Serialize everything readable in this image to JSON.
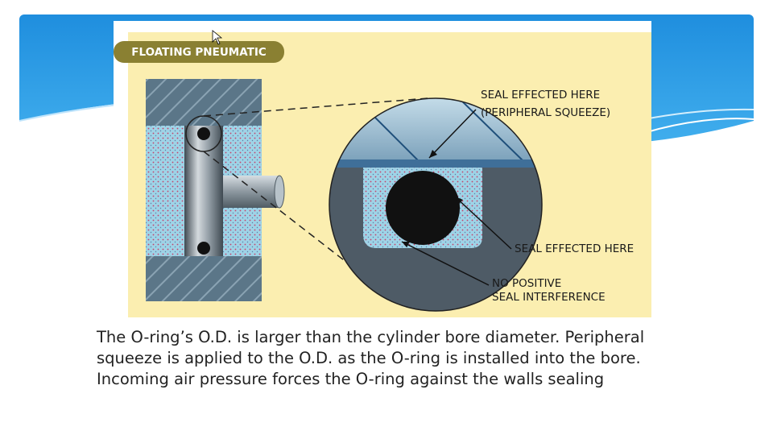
{
  "figure": {
    "badge": "FLOATING PNEUMATIC",
    "callouts": {
      "peripheral_line1": "SEAL EFFECTED HERE",
      "peripheral_line2": "(PERIPHERAL SQUEEZE)",
      "seal_effected": "SEAL EFFECTED HERE",
      "no_positive_line1": "NO POSITIVE",
      "no_positive_line2": "SEAL INTERFERENCE"
    }
  },
  "caption": {
    "line1": "The O-ring’s O.D. is larger than the cylinder bore diameter. Peripheral",
    "line2": "squeeze is applied to the O.D. as the O-ring is installed into the bore.",
    "line3": "Incoming air pressure forces the O-ring against the walls sealing"
  },
  "colors": {
    "slide_accent": "#1e88d8",
    "figure_bg": "#fbeeb0",
    "badge_bg": "#8a8032",
    "steel": "#5b7688",
    "oring": "#111111"
  }
}
